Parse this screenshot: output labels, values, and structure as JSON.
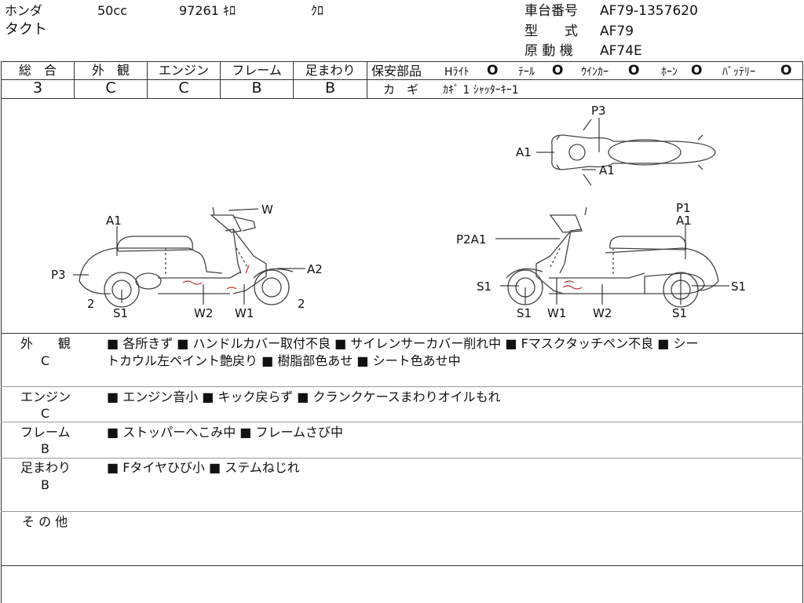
{
  "header": {
    "maker": "ホンダ",
    "displacement": "50cc",
    "mileage": "97261 ｷﾛ",
    "color": "ｸﾛ",
    "model_name": "タクト",
    "frame_no_label": "車台番号",
    "frame_no": "AF79-1357620",
    "model_label": "型　　式",
    "model_code": "AF79",
    "engine_label": "原 動 機",
    "engine_code": "AF74E"
  },
  "grades": [
    {
      "label": "総　合",
      "value": "3"
    },
    {
      "label": "外　観",
      "value": "C"
    },
    {
      "label": "エンジン",
      "value": "C"
    },
    {
      "label": "フレーム",
      "value": "B"
    },
    {
      "label": "足まわり",
      "value": "B"
    }
  ],
  "safety": {
    "label": "保安部品",
    "items": [
      {
        "label": "Hﾗｲﾄ",
        "mark": "O"
      },
      {
        "label": "ﾃｰﾙ",
        "mark": "O"
      },
      {
        "label": "ｳｲﾝｶｰ",
        "mark": "O"
      },
      {
        "label": "ﾎｰﾝ",
        "mark": "O"
      },
      {
        "label": "ﾊﾞｯﾃﾘｰ",
        "mark": "O"
      }
    ],
    "key_label": "カ　ギ",
    "key_value": "ｶｷﾞ 1  ｼｬｯﾀｰｷｰ1"
  },
  "diagram": {
    "left_labels": {
      "a1": "A1",
      "w": "W",
      "p3": "P3",
      "a2": "A2",
      "two_left": "2",
      "two_right": "2",
      "s1": "S1",
      "w2": "W2",
      "w1": "W1"
    },
    "top_labels": {
      "p3": "P3",
      "a1_left": "A1",
      "a1_right": "A1"
    },
    "right_labels": {
      "p1": "P1",
      "a1": "A1",
      "p2a1": "P2A1",
      "s1_left": "S1",
      "s1_right": "S1",
      "s1_bottom_left": "S1",
      "w1": "W1",
      "w2": "W2",
      "s1_bottom_right": "S1"
    }
  },
  "notes": [
    {
      "label": "外　　観",
      "grade": "C",
      "lines": [
        "■ 各所きず ■ ハンドルカバー取付不良 ■ サイレンサーカバー削れ中 ■ Fマスクタッチペン不良 ■ シー",
        "トカウル左ペイント艶戻り ■ 樹脂部色あせ ■ シート色あせ中"
      ]
    },
    {
      "label": "エンジン",
      "grade": "C",
      "lines": [
        "■ エンジン音小 ■ キック戻らず ■ クランクケースまわりオイルもれ"
      ]
    },
    {
      "label": "フレーム",
      "grade": "B",
      "lines": [
        "■ ストッパーへこみ中 ■ フレームさび中"
      ]
    },
    {
      "label": "足まわり",
      "grade": "B",
      "lines": [
        "■ Fタイヤひび小 ■ ステムねじれ"
      ]
    },
    {
      "label": "そ の 他",
      "grade": "",
      "lines": [
        ""
      ]
    }
  ]
}
